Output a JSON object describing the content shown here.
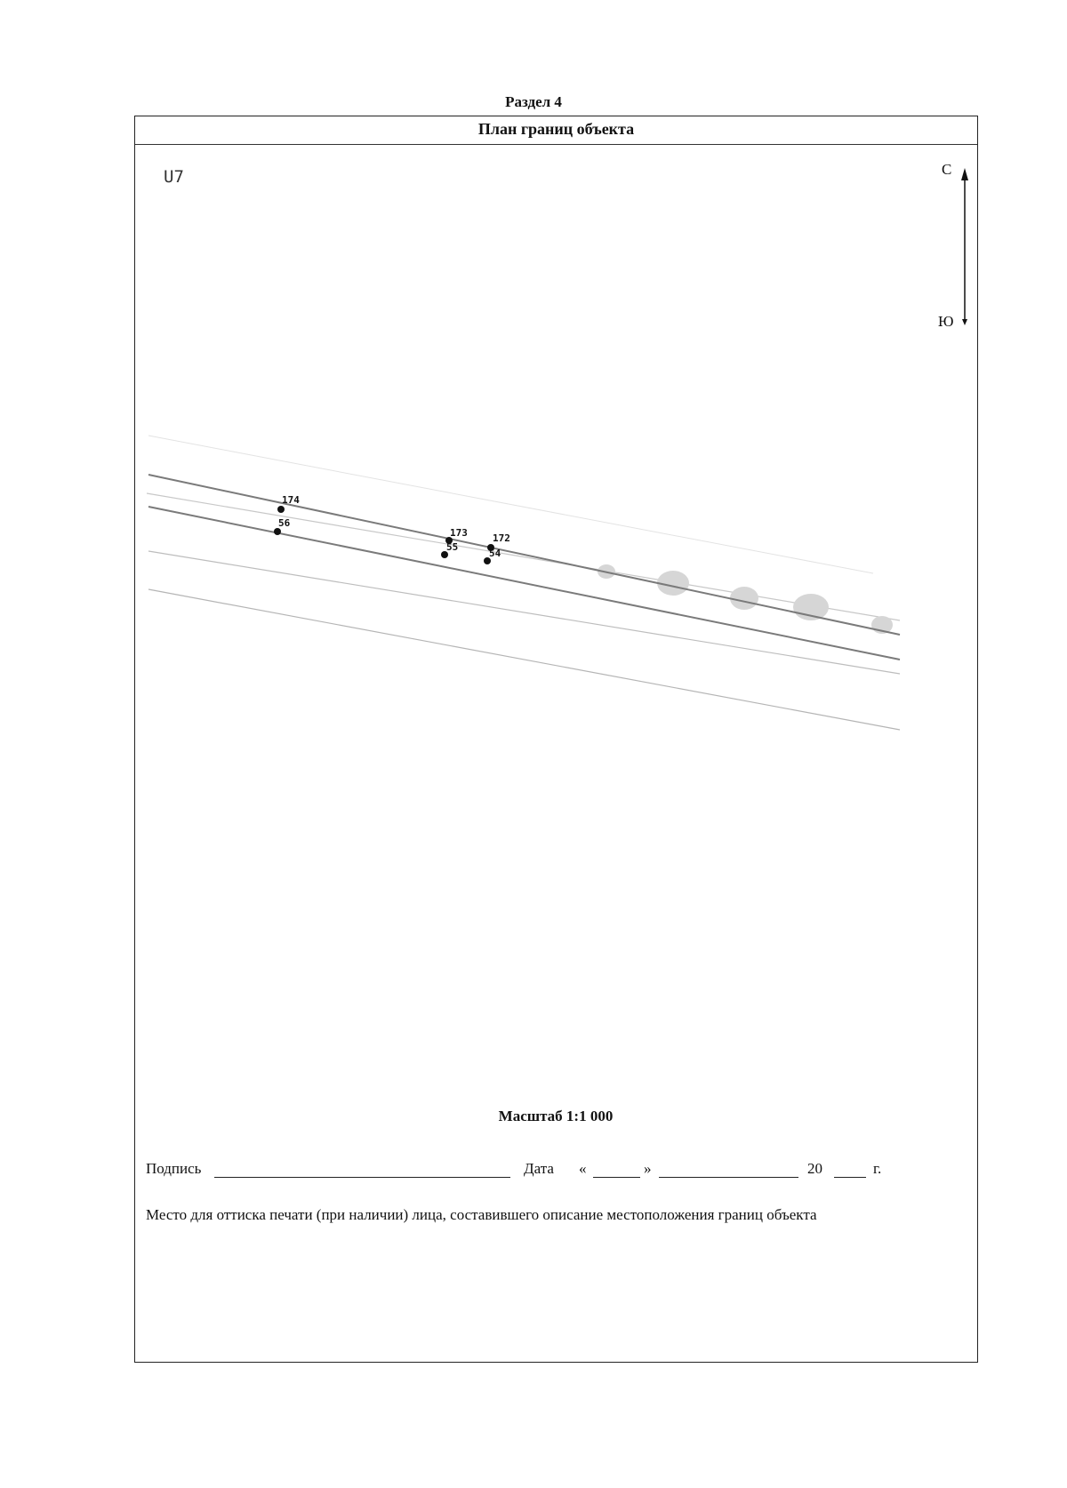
{
  "document": {
    "section": "Раздел 4",
    "title": "План границ объекта"
  },
  "plan": {
    "sheet_label": "U7",
    "north_label": "С",
    "south_label": "Ю",
    "points": [
      {
        "label": "174"
      },
      {
        "label": "56"
      },
      {
        "label": "173"
      },
      {
        "label": "55"
      },
      {
        "label": "172"
      },
      {
        "label": "54"
      }
    ]
  },
  "scale": "Масштаб 1:1 000",
  "signature_row": {
    "signature_label": "Подпись",
    "date_label": "Дата",
    "open_quote": "«",
    "close_quote": "»",
    "year_prefix": "20",
    "year_suffix": "г."
  },
  "stamp_note": "Место для оттиска печати (при наличии) лица, составившего описание местоположения границ объекта"
}
